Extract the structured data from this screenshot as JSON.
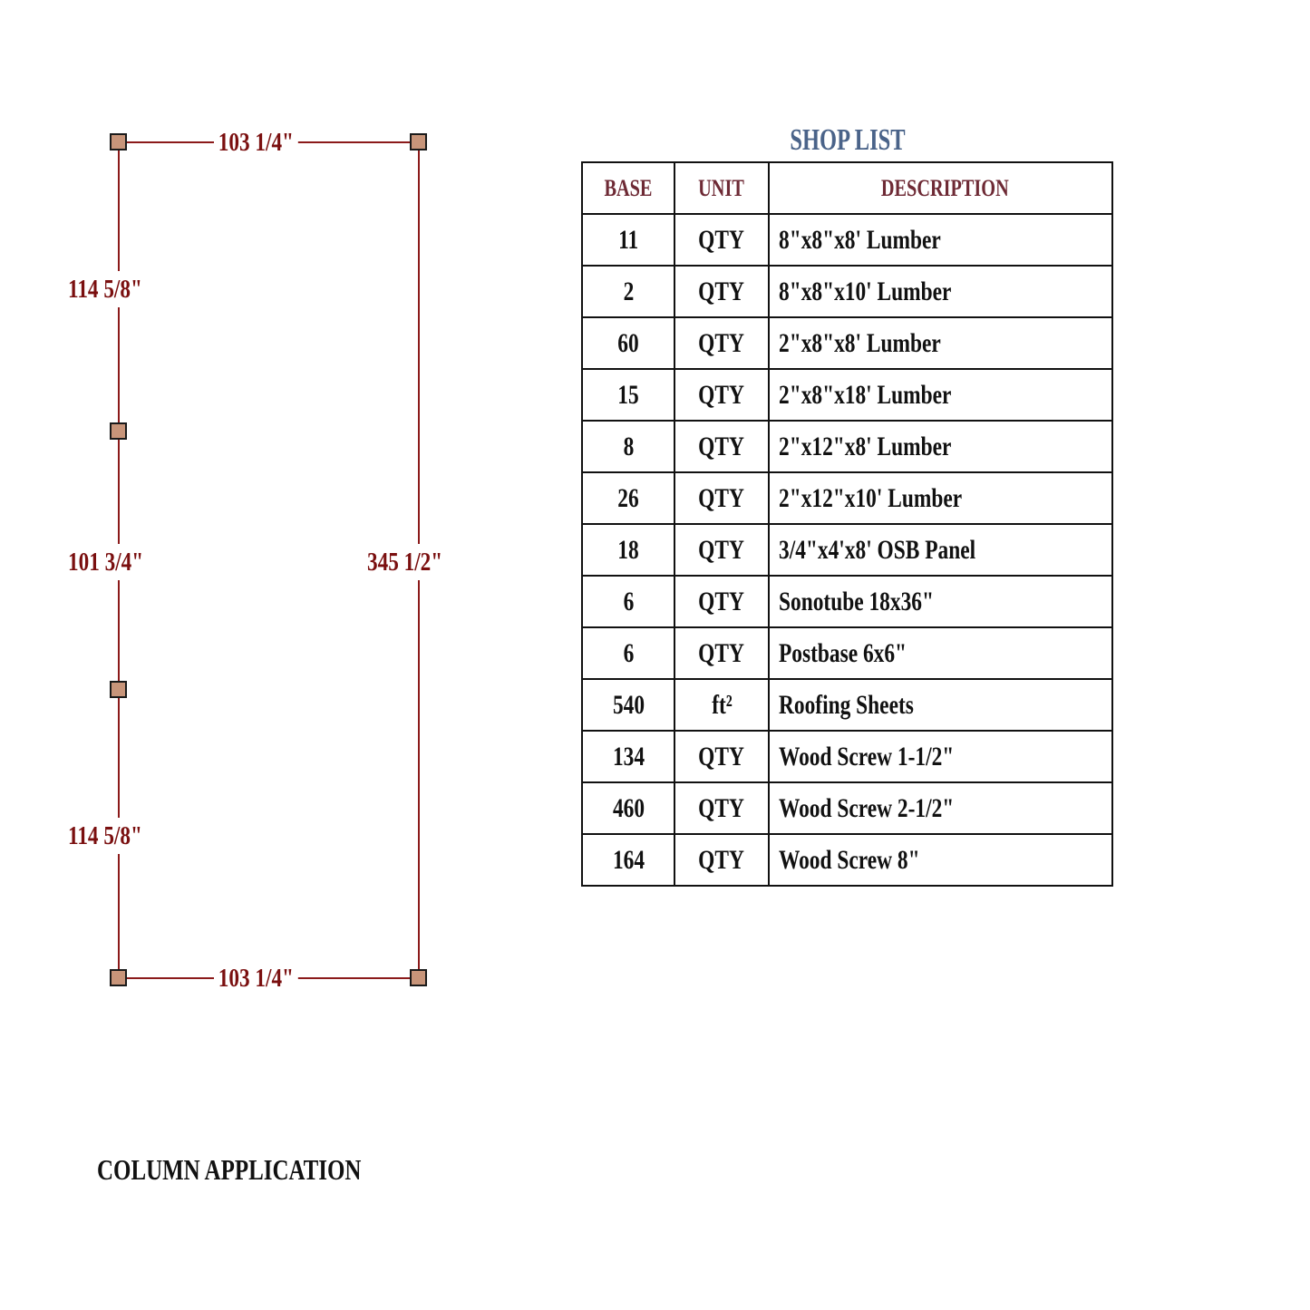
{
  "diagram": {
    "footer_label": "COLUMN APPLICATION",
    "dimensions": {
      "top_width": "103 1/4\"",
      "bottom_width": "103 1/4\"",
      "left_segment_1": "114 5/8\"",
      "left_segment_2": "101 3/4\"",
      "left_segment_3": "114 5/8\"",
      "right_total": "345 1/2\""
    },
    "colors": {
      "dimension_line": "#8b1a1a",
      "post_fill": "#c8957a",
      "post_border": "#1a1a1a"
    }
  },
  "shop_list": {
    "title": "SHOP LIST",
    "headers": [
      "BASE",
      "UNIT",
      "DESCRIPTION"
    ],
    "rows": [
      {
        "base": "11",
        "unit": "QTY",
        "description": "8\"x8\"x8' Lumber"
      },
      {
        "base": "2",
        "unit": "QTY",
        "description": "8\"x8\"x10' Lumber"
      },
      {
        "base": "60",
        "unit": "QTY",
        "description": "2\"x8\"x8' Lumber"
      },
      {
        "base": "15",
        "unit": "QTY",
        "description": "2\"x8\"x18' Lumber"
      },
      {
        "base": "8",
        "unit": "QTY",
        "description": "2\"x12\"x8' Lumber"
      },
      {
        "base": "26",
        "unit": "QTY",
        "description": "2\"x12\"x10' Lumber"
      },
      {
        "base": "18",
        "unit": "QTY",
        "description": "3/4\"x4'x8' OSB Panel"
      },
      {
        "base": "6",
        "unit": "QTY",
        "description": "Sonotube 18x36\""
      },
      {
        "base": "6",
        "unit": "QTY",
        "description": "Postbase 6x6\""
      },
      {
        "base": "540",
        "unit": "ft²",
        "description": "Roofing Sheets"
      },
      {
        "base": "134",
        "unit": "QTY",
        "description": "Wood Screw 1-1/2\""
      },
      {
        "base": "460",
        "unit": "QTY",
        "description": "Wood Screw 2-1/2\""
      },
      {
        "base": "164",
        "unit": "QTY",
        "description": "Wood Screw 8\""
      }
    ]
  }
}
